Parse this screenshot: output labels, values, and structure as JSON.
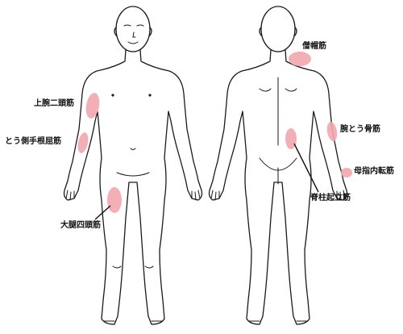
{
  "colors": {
    "highlight": "#f1a7ae",
    "outline": "#1a1a1a"
  },
  "muscles": {
    "trapezius": "僧帽筋",
    "biceps": "上腕二頭筋",
    "brachioradialis": "腕とう骨筋",
    "flexor_carpi_radialis": "とう側手根屈筋",
    "abductor_pollicis_longus": "母指内転筋",
    "erector_spinae": "脊柱起立筋",
    "biceps_femoris": "大腿四頭筋"
  }
}
